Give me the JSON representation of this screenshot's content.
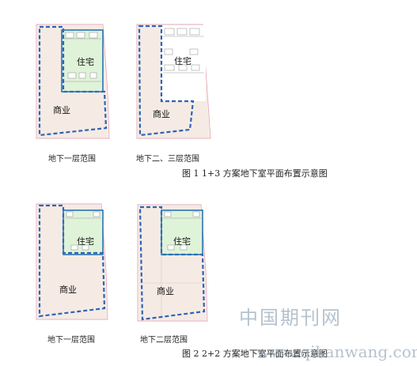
{
  "labels": {
    "residential": "住宅",
    "commercial": "商业"
  },
  "figure1": {
    "caption": "图 1    1+3 方案地下室平面布置示意图",
    "sub_left": "地下一层范围",
    "sub_right": "地下二、三层范围"
  },
  "figure2": {
    "caption": "图 2    2+2 方案地下室平面布置示意图",
    "sub_left": "地下一层范围",
    "sub_right": "地下二层范围"
  },
  "watermark": {
    "cn": "中国期刊网",
    "url": "www.qikanwang.com"
  },
  "colors": {
    "commercial_fill": "#f5ebe4",
    "residential_fill": "#dff3d8",
    "lot_outline": "#e2a7b1",
    "boundary_dash": "#2f63b8",
    "residential_border": "#2a73b8"
  }
}
